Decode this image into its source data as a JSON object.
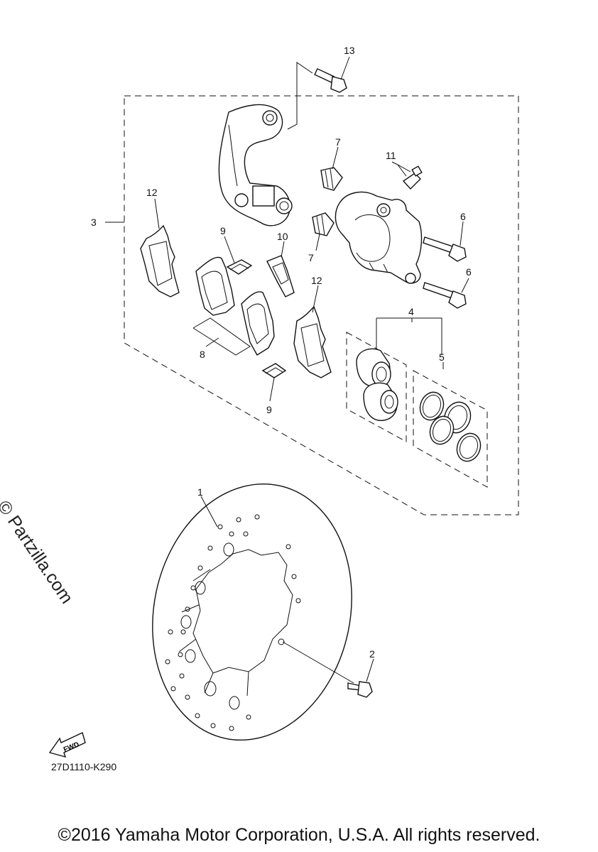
{
  "callouts": {
    "c1": "1",
    "c2": "2",
    "c3": "3",
    "c4": "4",
    "c5": "5",
    "c6a": "6",
    "c6b": "6",
    "c7a": "7",
    "c7b": "7",
    "c8": "8",
    "c9a": "9",
    "c9b": "9",
    "c10": "10",
    "c11": "11",
    "c12a": "12",
    "c12b": "12",
    "c13": "13"
  },
  "fwd_label": "FWD",
  "watermark": "© Partzilla.com",
  "reference_code": "27D1110-K290",
  "copyright": "©2016 Yamaha Motor Corporation, U.S.A. All rights reserved."
}
